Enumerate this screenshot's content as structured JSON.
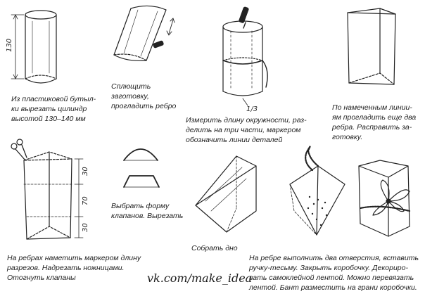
{
  "steps": [
    {
      "caption": "Из пластиковой бутыл-\nки вырезать цилиндр\nвысотой 130–140 мм",
      "dimension": "130"
    },
    {
      "caption": "Сплющить\nзаготовку,\nпрогладить ребро"
    },
    {
      "caption": "Измерить длину окружности, раз-\nделить на три части, маркером\nобозначить линии деталей",
      "mark": "1/3"
    },
    {
      "caption": "По намеченным линии-\nям прогладить еще два\nребра. Расправить за-\nготовку."
    },
    {
      "caption": "Выбрать форму\nклапанов. Вырезать"
    },
    {
      "caption": "На ребрах наметить маркером длину\nразрезов. Надрезать ножницами.\nОтогнуть клапаны",
      "dimensions": [
        "30",
        "70",
        "30"
      ]
    },
    {
      "caption": "Собрать дно"
    },
    {
      "caption": "На ребре выполнить два отверстия, вставить\nручку-тесьму. Закрыть коробочку. Декориро-\nвать самоклейной лентой. Можно перевязать\nлентой. Бант разместить на грани коробочки."
    }
  ],
  "watermark": "vk.com/make_idea",
  "icons": [
    "scissors-icon",
    "marker-icon",
    "bow-icon",
    "handle-cord-icon"
  ]
}
